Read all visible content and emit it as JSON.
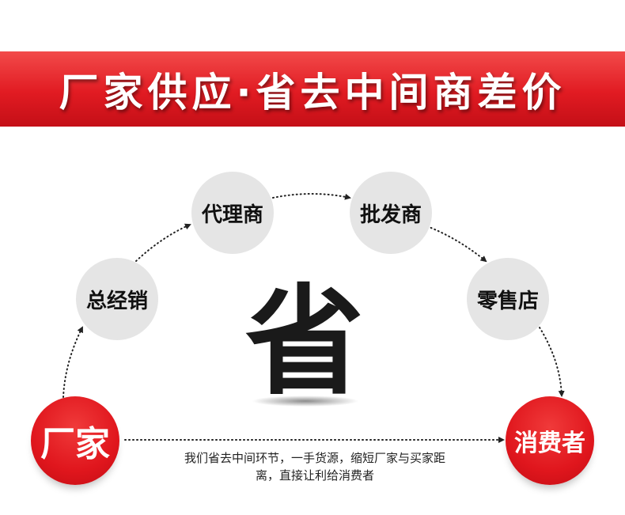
{
  "banner": {
    "title": "厂家供应·省去中间商差价"
  },
  "flow": {
    "manufacturer": "厂家",
    "general_distributor": "总经销",
    "agent": "代理商",
    "wholesaler": "批发商",
    "retailer": "零售店",
    "consumer": "消费者"
  },
  "center_char": "省",
  "caption": {
    "line1": "我们省去中间环节，一手货源，缩短厂家与买家距",
    "line2": "离，直接让利给消费者"
  },
  "colors": {
    "brand_red": "#e11b22",
    "node_grey": "#e5e5e5",
    "text_dark": "#1a1a1a"
  }
}
